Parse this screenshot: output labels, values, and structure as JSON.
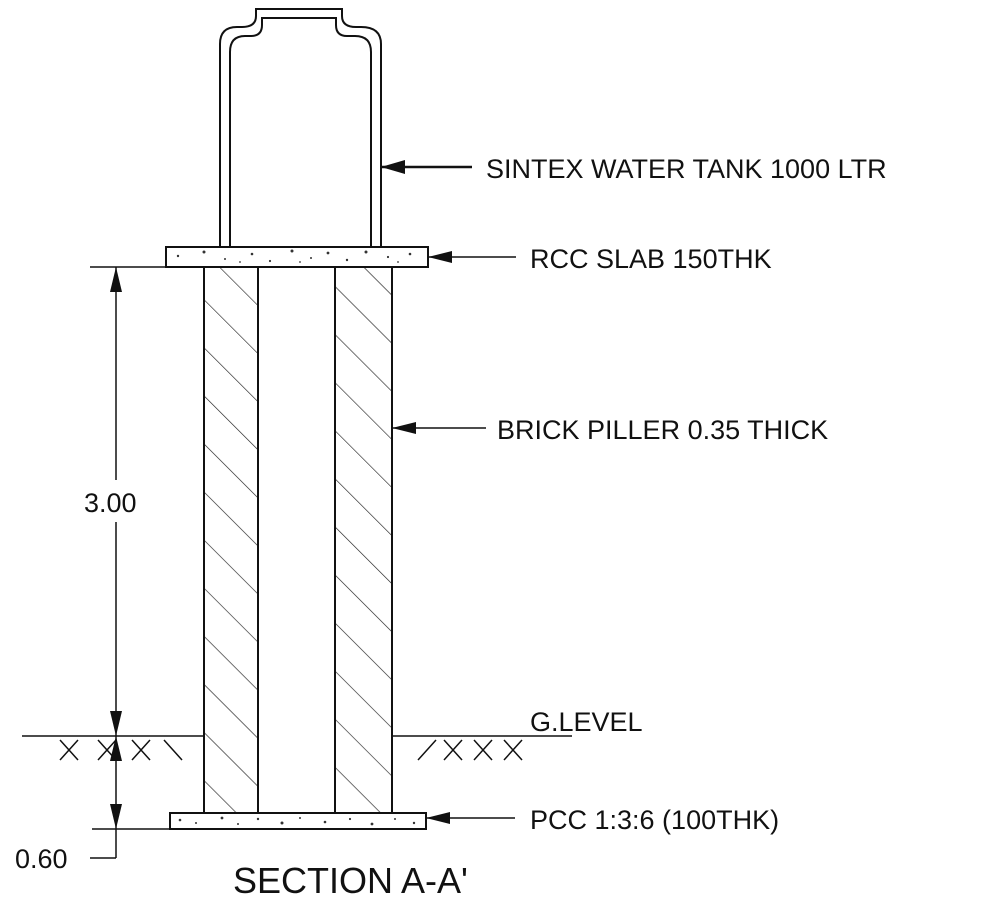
{
  "drawing": {
    "title": "SECTION A-A'",
    "labels": {
      "tank": "SINTEX WATER TANK 1000 LTR",
      "slab": "RCC SLAB 150THK",
      "pillar": "BRICK PILLER 0.35 THICK",
      "ground": "G.LEVEL",
      "pcc": "PCC 1:3:6 (100THK)"
    },
    "dimensions": {
      "height_above_ground": "3.00",
      "depth_below_ground": "0.60"
    }
  }
}
